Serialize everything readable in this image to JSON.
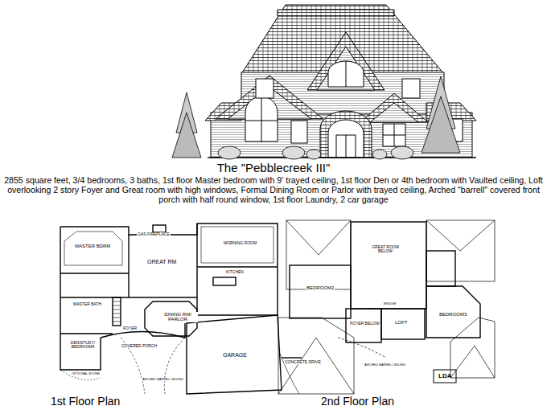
{
  "diagram": {
    "title": "The \"Pebblecreek III\"",
    "caption": "2855 square feet, 3/4 bedrooms, 3 baths, 1st floor Master bedroom with 9' trayed ceiling, 1st floor Den or 4th bedroom with Vaulted ceiling, Loft overlooking 2 story Foyer and Great room with high windows, Formal Dining Room or Parlor with trayed ceiling, Arched \"barrell\" covered front porch with half round window, 1st floor Laundry, 2 car garage",
    "labels": [
      "1st Floor Plan",
      "2nd Floor Plan",
      "MASTER BDRM",
      "GAS FIREPLACE",
      "GREAT RM",
      "MORNING ROOM",
      "KITCHEN",
      "MASTER BATH",
      "FOYER",
      "DINING RM/ PARLOR",
      "DEN/STUDY/ BEDROOM4",
      "COVERED PORCH",
      "ARCHED BARREL CEILING",
      "GARAGE",
      "CONCRETE DRIVE",
      "OPTIONAL STONE",
      "GREAT ROOM BELOW",
      "BEDROOM2",
      "BEDROOM3",
      "FOYER BELOW",
      "LOFT",
      "BRIDGE",
      "ARCHED BARREL CEILING",
      "LDA"
    ]
  }
}
